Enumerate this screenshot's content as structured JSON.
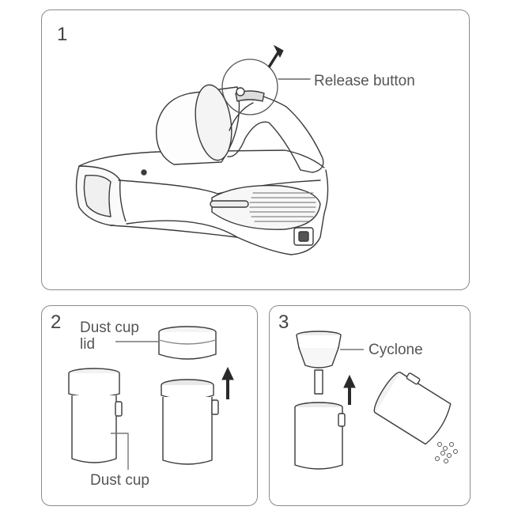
{
  "steps": [
    {
      "number": "1",
      "labels": {
        "release_button": "Release button"
      }
    },
    {
      "number": "2",
      "labels": {
        "dust_cup_lid_line1": "Dust cup",
        "dust_cup_lid_line2": "lid",
        "dust_cup": "Dust cup"
      }
    },
    {
      "number": "3",
      "labels": {
        "cyclone": "Cyclone"
      }
    }
  ],
  "colors": {
    "stroke": "#3a3a3a",
    "panel_border": "#8a8a8a",
    "arrow": "#2a2a2a"
  },
  "icons": [
    "arrow-up-icon",
    "vacuum-illustration",
    "dust-cup-illustration",
    "cyclone-illustration",
    "dust-particles-icon"
  ]
}
